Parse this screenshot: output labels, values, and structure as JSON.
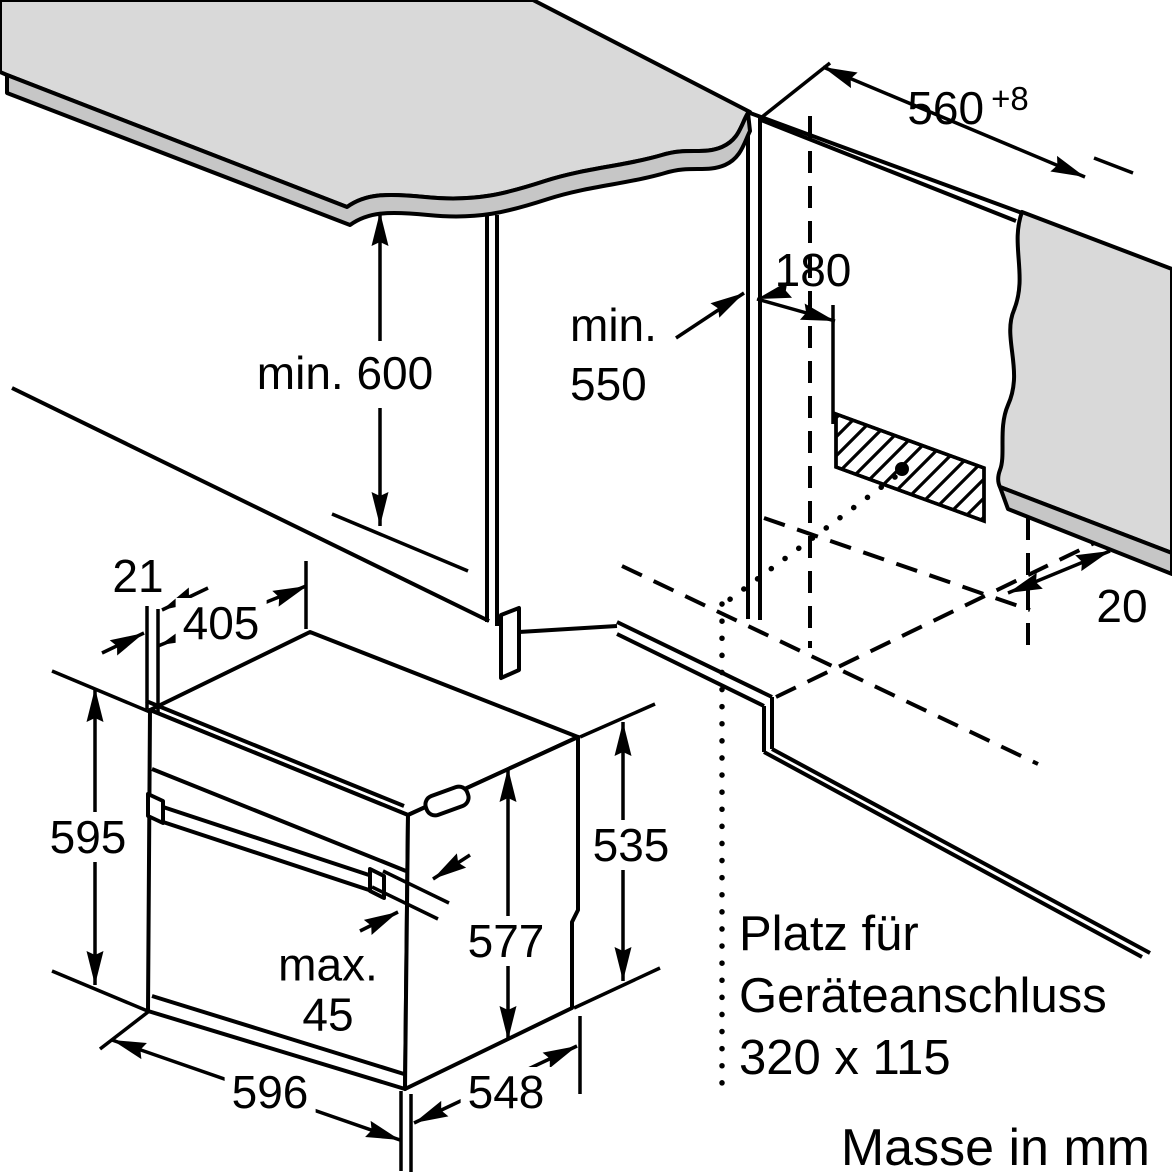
{
  "dimensions": {
    "niche_width": "560",
    "niche_width_tolerance": "+8",
    "connection_offset": "180",
    "niche_depth_line1": "min.",
    "niche_depth_line2": "550",
    "worktop_height": "min. 600",
    "rear_gap": "20",
    "door_overhang": "21",
    "body_setback": "405",
    "oven_height": "595",
    "rear_body_height": "535",
    "body_height": "577",
    "handle_depth_line1": "max.",
    "handle_depth_line2": "45",
    "oven_width": "596",
    "oven_depth": "548"
  },
  "annotations": {
    "connection_note_line1": "Platz für",
    "connection_note_line2": "Geräteanschluss",
    "connection_note_line3": "320 x 115",
    "units_note": "Masse in mm"
  },
  "colors": {
    "surface_gray": "#d9d9d9",
    "edge_gray": "#c6c6c6",
    "line": "#000000",
    "background": "#ffffff"
  }
}
